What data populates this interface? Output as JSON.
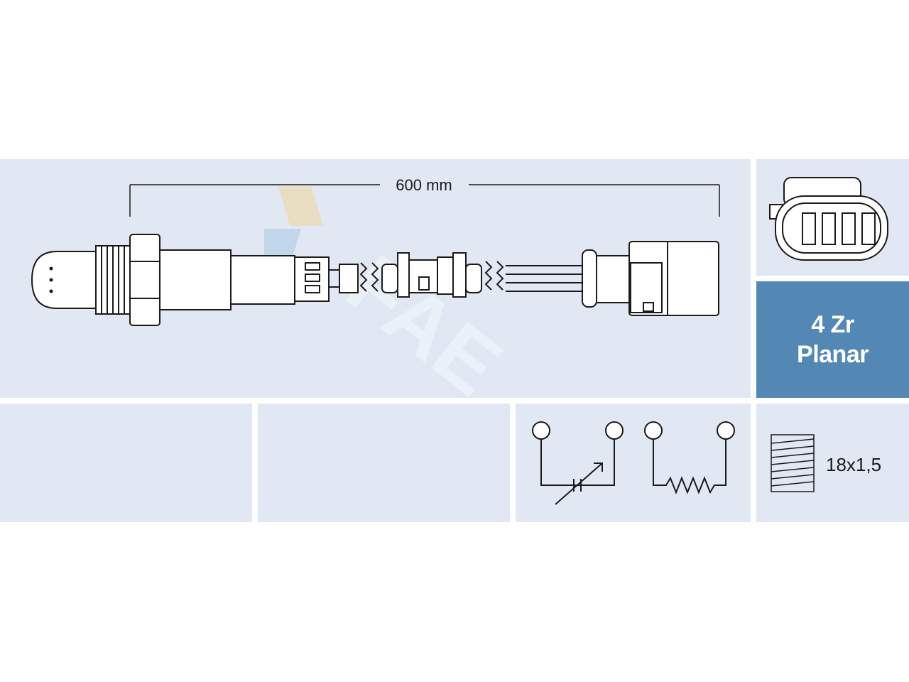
{
  "dimension": {
    "length_label": "600 mm"
  },
  "sensor_type": {
    "line1": "4 Zr",
    "line2": "Planar"
  },
  "thread": {
    "label": "18x1,5"
  },
  "watermark": {
    "text": "FAE"
  },
  "colors": {
    "panel": "#e1e8f3",
    "badge": "#5388b4",
    "line": "#1a1a1a"
  }
}
